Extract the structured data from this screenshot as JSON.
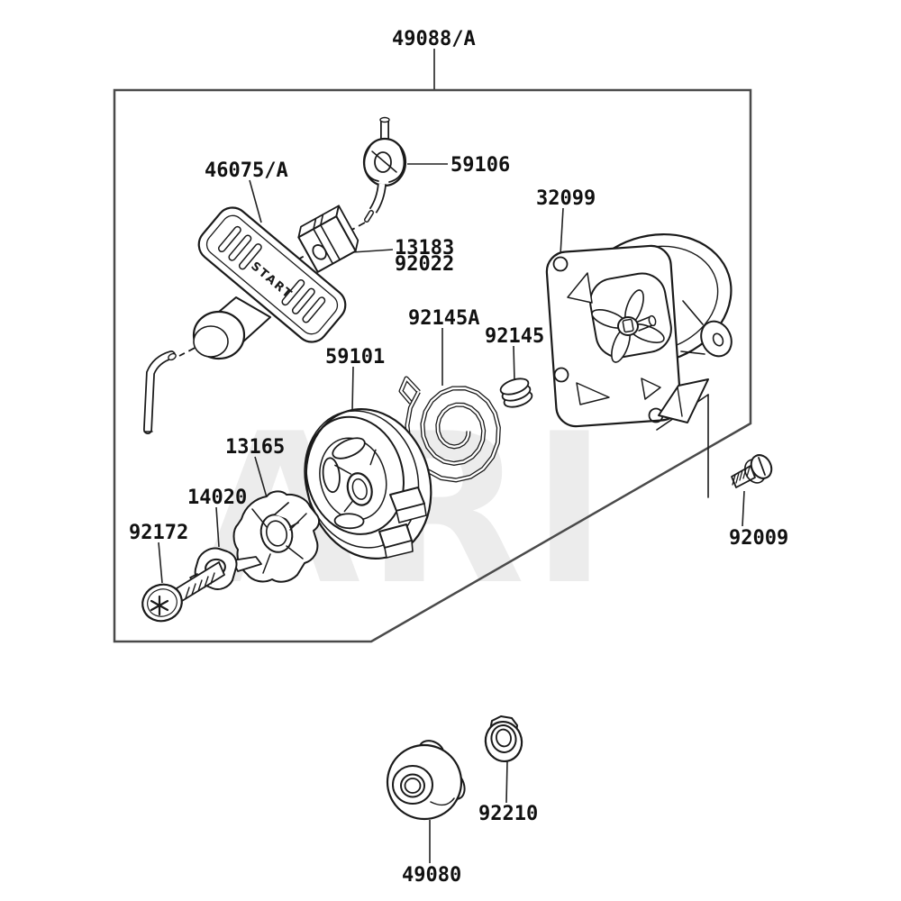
{
  "diagram": {
    "watermark_text": "ARI",
    "handle_embossed_text": "START",
    "parts": {
      "assembly": "49088/A",
      "handle": "46075/A",
      "rope_guide": "59106",
      "housing": "32099",
      "clamp_upper": "13183",
      "clamp_lower": "92022",
      "spiral_spring": "92145A",
      "small_spring": "92145",
      "pulley": "59101",
      "ratchet": "13165",
      "retainer": "14020",
      "screw": "92172",
      "bolt": "92009",
      "nut": "92210",
      "cup": "49080"
    }
  }
}
